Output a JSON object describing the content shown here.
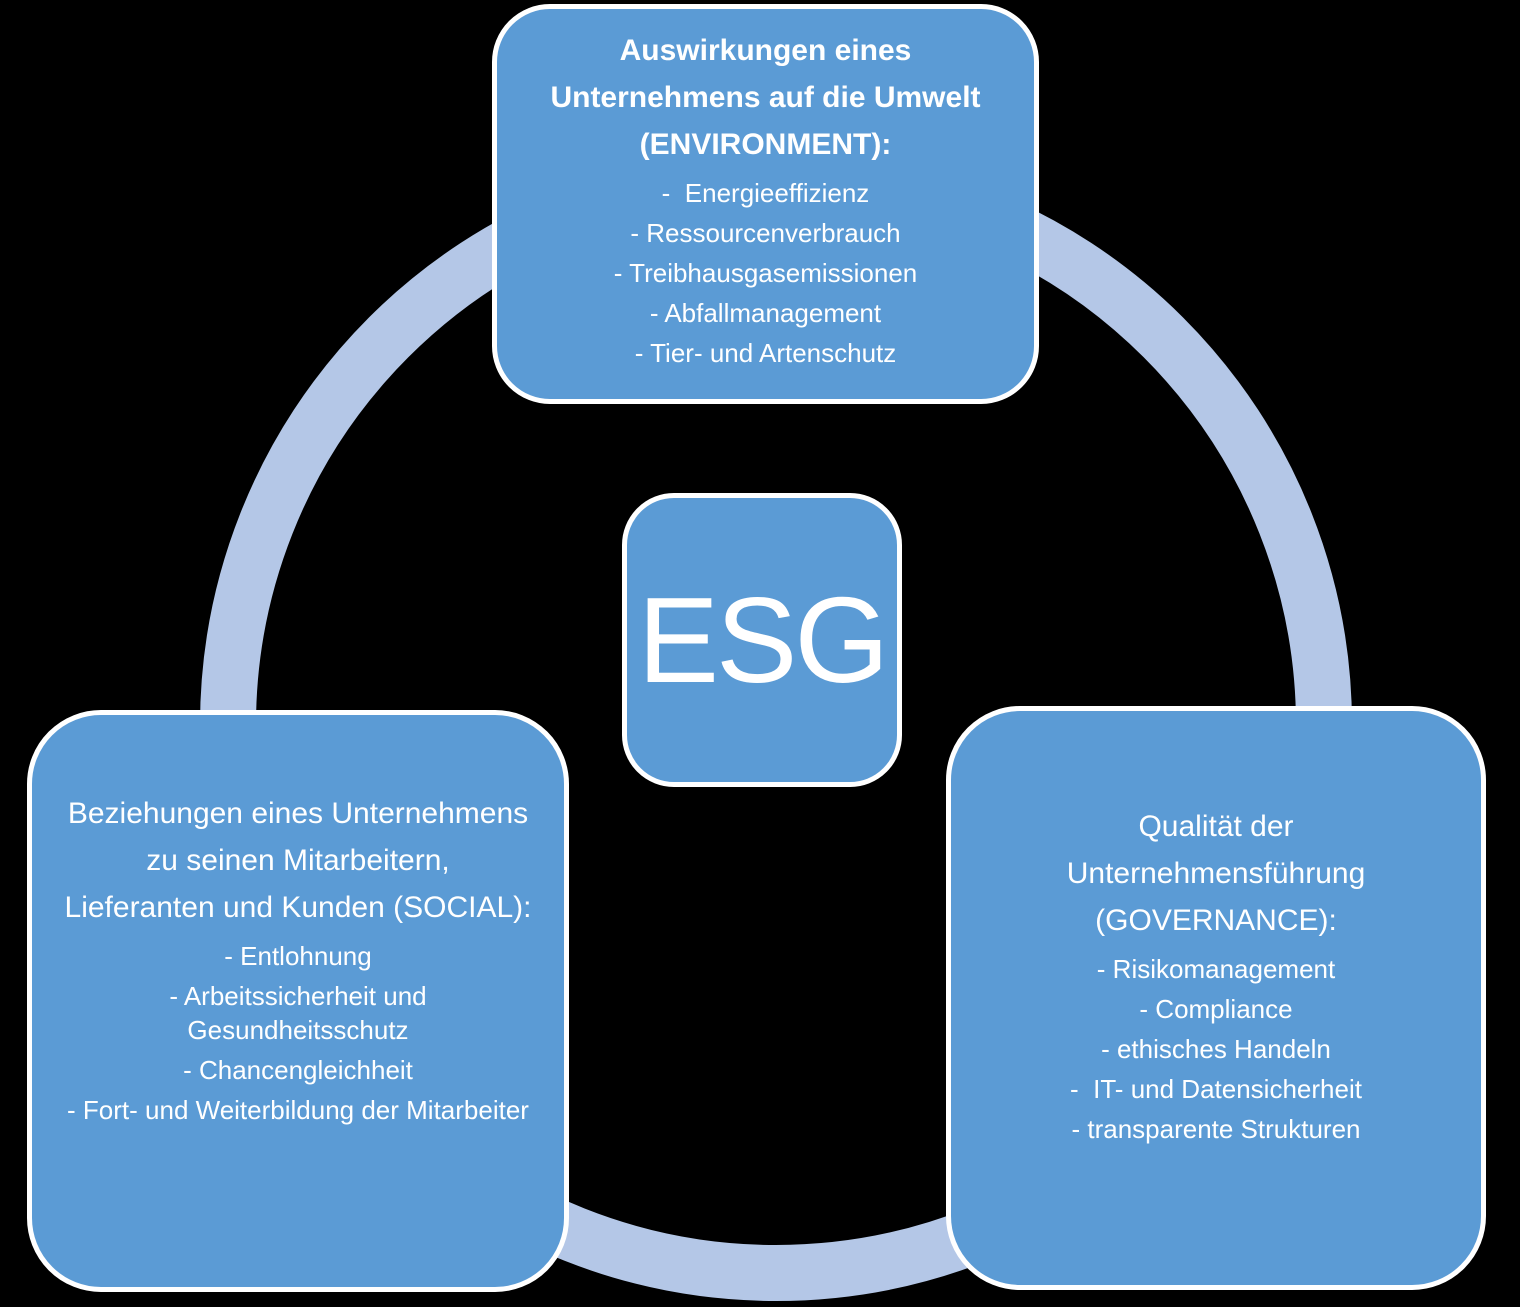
{
  "colors": {
    "background": "#000000",
    "box_fill": "#5B9BD5",
    "box_border": "#FFFFFF",
    "ring": "#B4C7E7",
    "text": "#FFFFFF"
  },
  "center": {
    "label": "ESG"
  },
  "environment": {
    "title_lines": [
      "Auswirkungen eines",
      "Unternehmens auf die Umwelt",
      "(ENVIRONMENT):"
    ],
    "items": [
      "-  Energieeffizienz",
      "- Ressourcenverbrauch",
      "- Treibhausgasemissionen",
      "- Abfallmanagement",
      "- Tier- und Artenschutz"
    ]
  },
  "social": {
    "title_lines": [
      "Beziehungen eines Unternehmens",
      "zu seinen Mitarbeitern,",
      "Lieferanten und Kunden (SOCIAL):"
    ],
    "items": [
      "- Entlohnung",
      "- Arbeitssicherheit und Gesundheitsschutz",
      "- Chancengleichheit",
      "- Fort- und Weiterbildung der Mitarbeiter"
    ]
  },
  "governance": {
    "title_lines": [
      "Qualität der",
      "Unternehmensführung",
      "(GOVERNANCE):"
    ],
    "items": [
      "- Risikomanagement",
      "- Compliance",
      "- ethisches Handeln",
      "-  IT- und Datensicherheit",
      "- transparente Strukturen"
    ]
  }
}
